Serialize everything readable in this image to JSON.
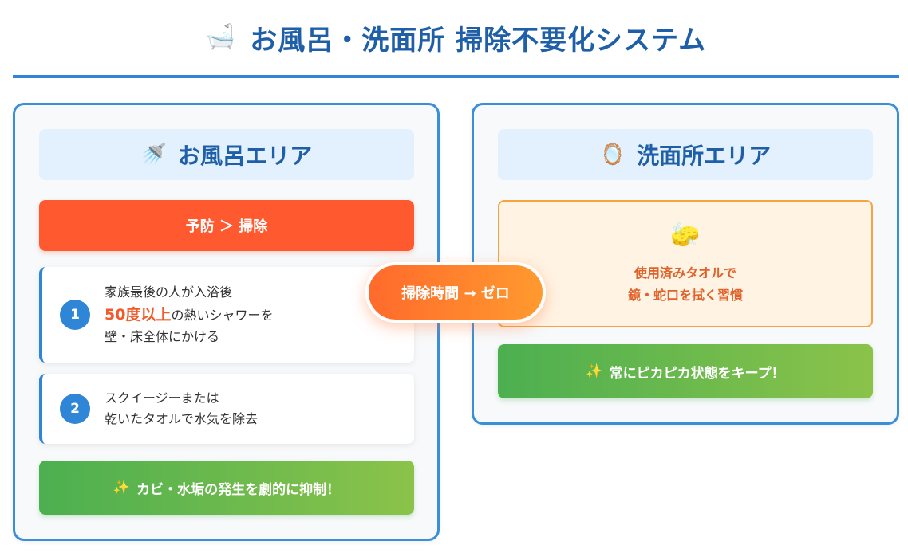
{
  "header": {
    "icon": "bathtub-icon",
    "icon_glyph": "🛁",
    "title": "お風呂・洗面所 掃除不要化システム"
  },
  "bath": {
    "header_icon": "shower-icon",
    "header_icon_glyph": "🚿",
    "header_label": "お風呂エリア",
    "banner": "予防 ＞ 掃除",
    "steps": [
      {
        "number": "1",
        "line1": "家族最後の人が入浴後",
        "highlight": "50度以上",
        "line2_rest": "の熱いシャワーを",
        "line3": "壁・床全体にかける"
      },
      {
        "number": "2",
        "line1": "スクイージーまたは",
        "line2": "乾いたタオルで水気を除去"
      }
    ],
    "result_icon": "sparkles-icon",
    "result_icon_glyph": "✨",
    "result": "カビ・水垢の発生を劇的に抑制！"
  },
  "center": {
    "label": "掃除時間 → ゼロ"
  },
  "wash": {
    "header_icon": "mirror-icon",
    "header_icon_glyph": "🪞",
    "header_label": "洗面所エリア",
    "sponge_icon": "sponge-icon",
    "sponge_icon_glyph": "🧽",
    "towel_line1": "使用済みタオルで",
    "towel_line2": "鏡・蛇口を拭く習慣",
    "result_icon": "sparkles-icon",
    "result_icon_glyph": "✨",
    "result": "常にピカピカ状態をキープ！"
  },
  "colors": {
    "primary_blue": "#2f86d6",
    "title_blue": "#1f5fa8",
    "orange": "#ff5a2f",
    "green_start": "#4caf50",
    "green_end": "#8bc34a",
    "highlight_red": "#f25a2a"
  }
}
